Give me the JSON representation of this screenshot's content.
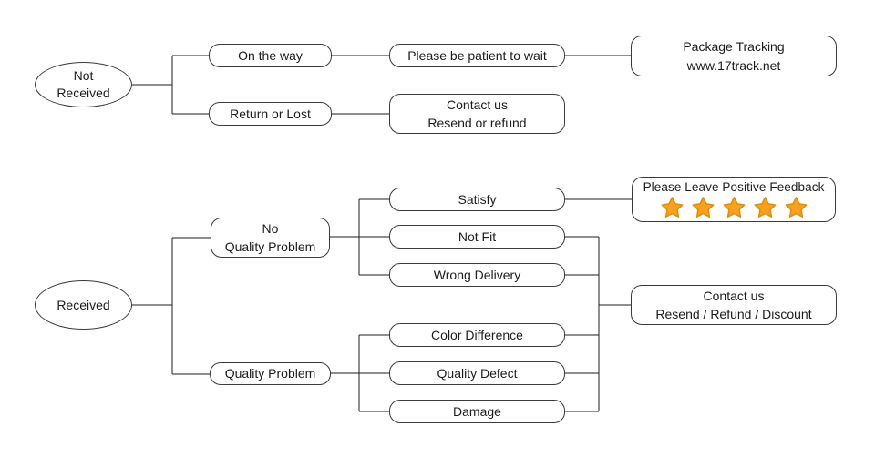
{
  "colors": {
    "background": "#ffffff",
    "border": "#3a3a3a",
    "text": "#1c1c1c",
    "line": "#1e1e1e",
    "star_fill": "#F8A11E",
    "star_stroke": "#E58C05"
  },
  "nodes": {
    "not_received": {
      "label": "Not\nReceived",
      "shape": "ellipse"
    },
    "on_the_way": {
      "label": "On the way"
    },
    "be_patient": {
      "label": "Please be patient to wait"
    },
    "package_tracking": {
      "label": "Package Tracking\nwww.17track.net"
    },
    "return_or_lost": {
      "label": "Return or Lost"
    },
    "contact_resend_refund": {
      "label": "Contact us\nResend or refund"
    },
    "received": {
      "label": "Received",
      "shape": "ellipse"
    },
    "no_quality_problem": {
      "label": "No\nQuality Problem"
    },
    "quality_problem": {
      "label": "Quality Problem"
    },
    "satisfy": {
      "label": "Satisfy"
    },
    "not_fit": {
      "label": "Not Fit"
    },
    "wrong_delivery": {
      "label": "Wrong Delivery"
    },
    "color_difference": {
      "label": "Color Difference"
    },
    "quality_defect": {
      "label": "Quality Defect"
    },
    "damage": {
      "label": "Damage"
    },
    "feedback": {
      "label": "Please Leave Positive Feedback",
      "star_count": 5
    },
    "contact_discount": {
      "label": "Contact us\nResend / Refund / Discount"
    }
  }
}
